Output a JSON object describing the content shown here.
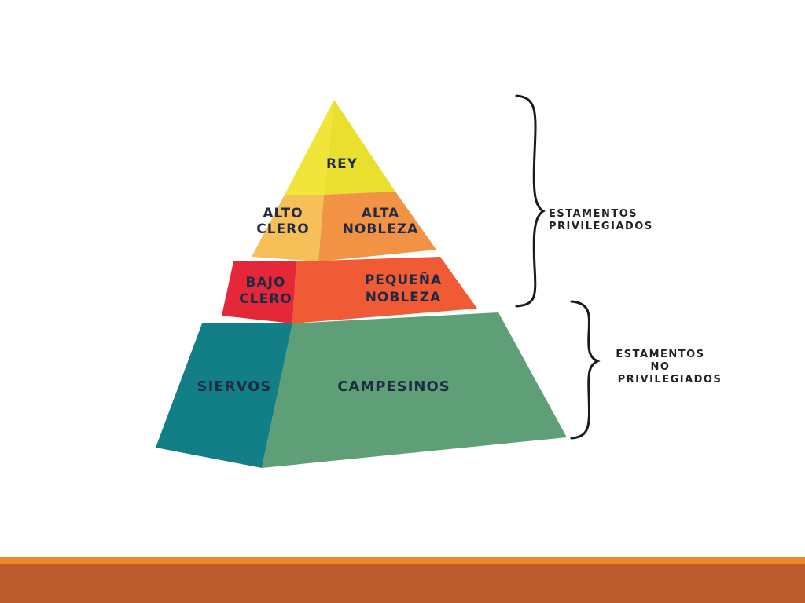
{
  "diagram": {
    "tiers": [
      {
        "id": "rey",
        "labels": [
          "REY"
        ]
      },
      {
        "id": "alto",
        "left_label": [
          "ALTO",
          "CLERO"
        ],
        "right_label": [
          "ALTA",
          "NOBLEZA"
        ]
      },
      {
        "id": "bajo",
        "left_label": [
          "BAJO",
          "CLERO"
        ],
        "right_label": [
          "PEQUEÑA",
          "NOBLEZA"
        ]
      },
      {
        "id": "base",
        "left_label": [
          "SIERVOS"
        ],
        "right_label": [
          "CAMPESINOS"
        ]
      }
    ],
    "groups": [
      {
        "id": "privilegiados",
        "label": [
          "ESTAMENTOS",
          "PRIVILEGIADOS"
        ]
      },
      {
        "id": "no-privilegiados",
        "label": [
          "ESTAMENTOS",
          "NO",
          "PRIVILEGIADOS"
        ]
      }
    ],
    "colors": {
      "rey_left": "#f2e53a",
      "rey_right": "#e8df2e",
      "alto_left": "#f6bf57",
      "alto_right": "#f19245",
      "bajo_left": "#e4283a",
      "bajo_right": "#f05a35",
      "base_left": "#127f86",
      "base_right": "#5e9f78",
      "footer_thin": "#e98829",
      "footer_thick": "#bb5a2b"
    }
  }
}
